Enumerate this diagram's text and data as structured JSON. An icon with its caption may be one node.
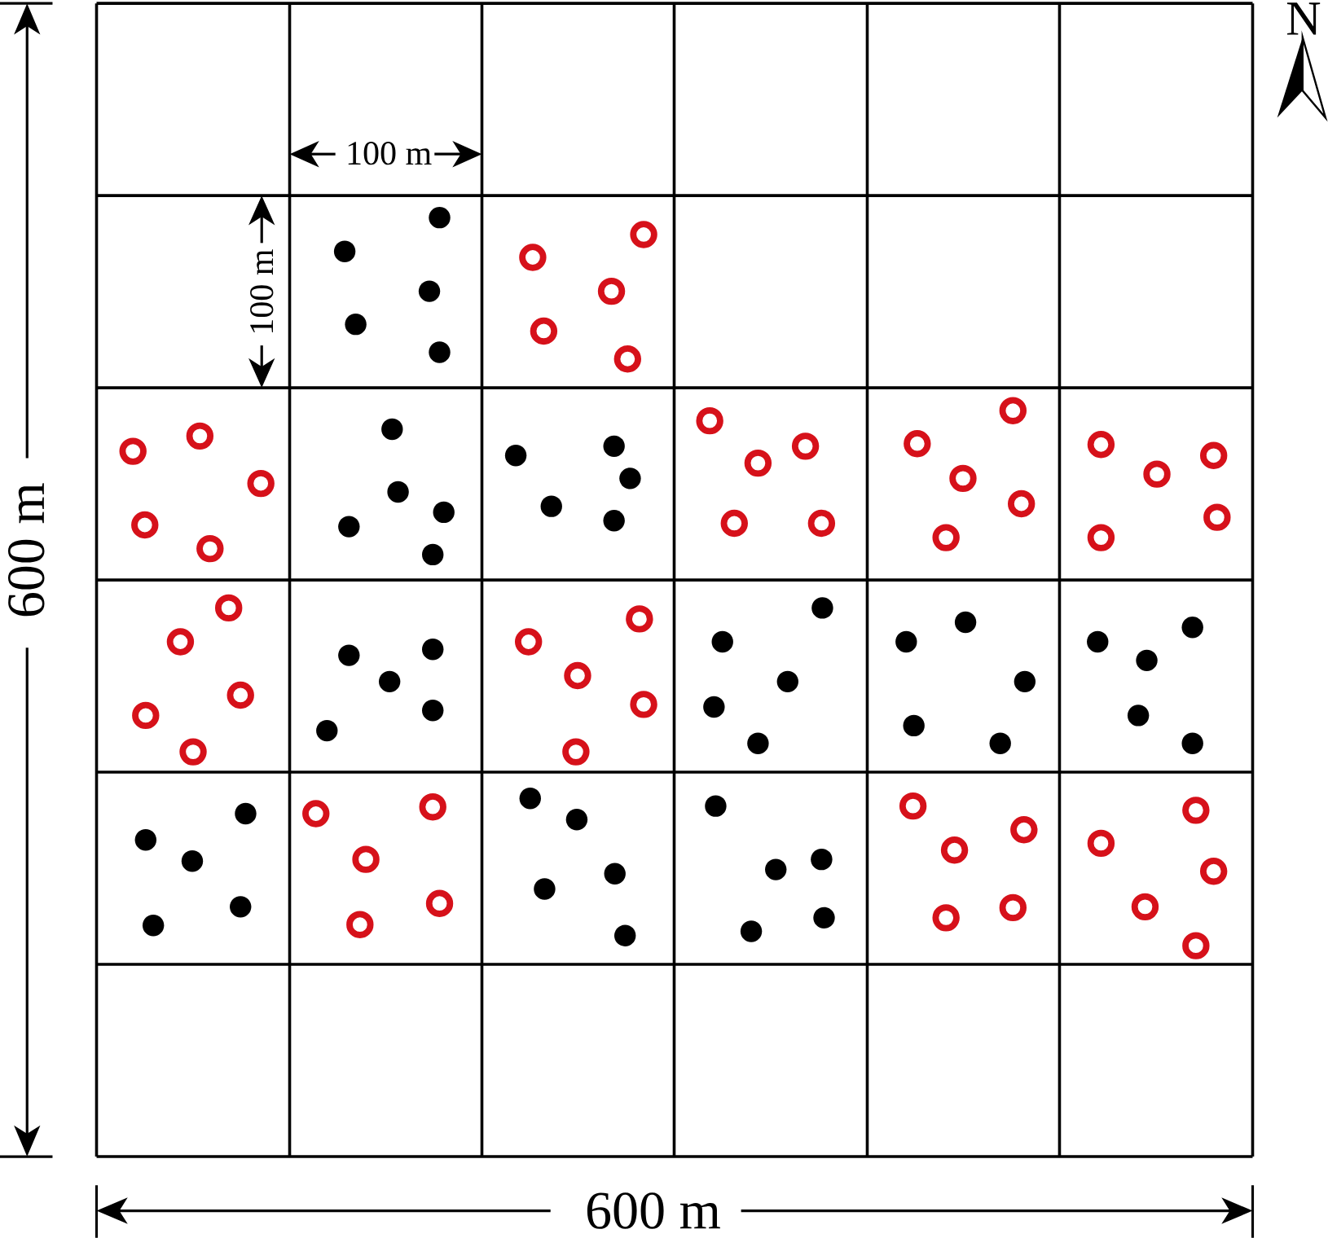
{
  "diagram": {
    "labels": [
      "N",
      "100 m",
      "100 m",
      "600 m",
      "600 m"
    ]
  }
}
